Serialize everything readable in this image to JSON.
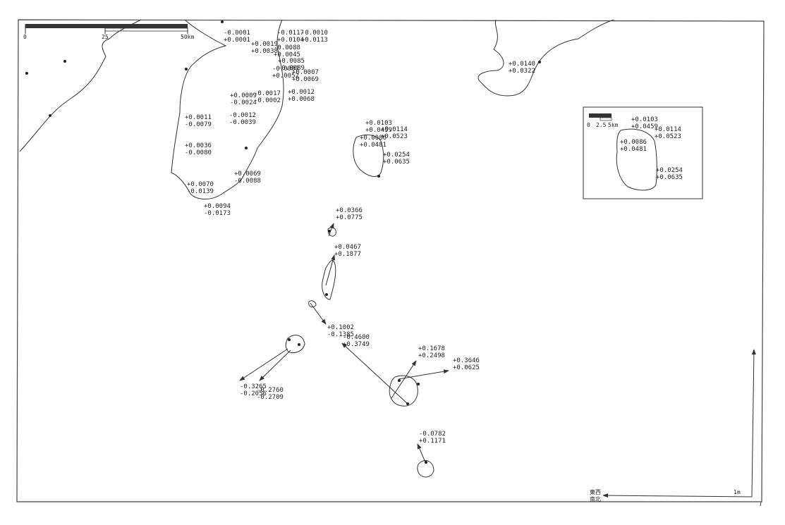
{
  "map": {
    "title": "",
    "scale_bar": {
      "labels": [
        "0",
        "25",
        "50km"
      ]
    },
    "inset": {
      "scale_labels": [
        "0",
        "2.5",
        "5km"
      ],
      "stations": [
        {
          "ew": "+0.0103",
          "ns": "+0.0459"
        },
        {
          "ew": "+0.0114",
          "ns": "+0.0523"
        },
        {
          "ew": "+0.0086",
          "ns": "+0.0481"
        },
        {
          "ew": "+0.0254",
          "ns": "+0.0635"
        }
      ]
    },
    "legend": {
      "ew_label": "東西",
      "ns_label": "南北",
      "unit_label": "1m"
    },
    "stations": [
      {
        "ew": "-0.0001",
        "ns": "+0.0001"
      },
      {
        "ew": "+0.0019",
        "ns": "+0.0038"
      },
      {
        "ew": "-0.0117",
        "ns": "+0.0104"
      },
      {
        "ew": "-0.0010",
        "ns": "+0.0113"
      },
      {
        "ew": "-0.0088",
        "ns": "+0.0045"
      },
      {
        "ew": "+0.0085",
        "ns": "-0.0089"
      },
      {
        "ew": "-0.0007",
        "ns": "+0.0052"
      },
      {
        "ew": "+0.0007",
        "ns": "+0.0069"
      },
      {
        "ew": "+0.0009",
        "ns": "-0.0024"
      },
      {
        "ew": "-0.0017",
        "ns": "-0.0002"
      },
      {
        "ew": "+0.0012",
        "ns": "+0.0068"
      },
      {
        "ew": "+0.0011",
        "ns": "-0.0079"
      },
      {
        "ew": "-0.0012",
        "ns": "-0.0039"
      },
      {
        "ew": "+0.0036",
        "ns": "-0.0080"
      },
      {
        "ew": "+0.0069",
        "ns": "-0.0088"
      },
      {
        "ew": "+0.0070",
        "ns": "-0.0139"
      },
      {
        "ew": "+0.0094",
        "ns": "-0.0173"
      },
      {
        "ew": "+0.0140",
        "ns": "+0.0322"
      },
      {
        "ew": "+0.0103",
        "ns": "+0.0459"
      },
      {
        "ew": "+0.0114",
        "ns": "+0.0523"
      },
      {
        "ew": "+0.0086",
        "ns": "+0.0481"
      },
      {
        "ew": "+0.0254",
        "ns": "+0.0635"
      },
      {
        "ew": "+0.0366",
        "ns": "+0.0775"
      },
      {
        "ew": "+0.0467",
        "ns": "+0.1877"
      },
      {
        "ew": "+0.1002",
        "ns": "-0.1385"
      },
      {
        "ew": "-0.4600",
        "ns": "+0.3749"
      },
      {
        "ew": "-0.3265",
        "ns": "-0.2056"
      },
      {
        "ew": "-0.2760",
        "ns": "-0.2709"
      },
      {
        "ew": "+0.1678",
        "ns": "+0.2498"
      },
      {
        "ew": "+0.3646",
        "ns": "+0.0625"
      },
      {
        "ew": "-0.0782",
        "ns": "+0.1171"
      }
    ]
  }
}
